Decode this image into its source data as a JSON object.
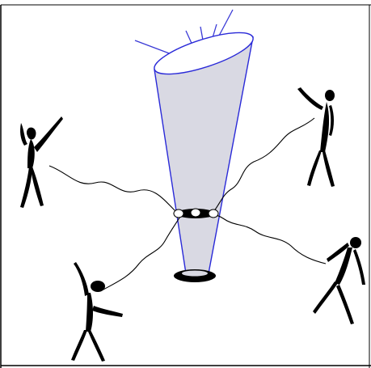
{
  "figure": {
    "description_free": true,
    "colors": {
      "cone_fill": "#d9d9e3",
      "cone_stroke": "#2a2ad8",
      "rays": "#3a3ad6",
      "figures": "#000000",
      "cords": "#000000",
      "ring_beads": "#ffffff",
      "border": "#000000"
    },
    "elements": {
      "cone": "cone-shape",
      "rays": "ray-lines",
      "ring": "bead-ring",
      "base": "black-base",
      "figures": [
        "figure-top-left",
        "figure-top-right",
        "figure-bottom-left",
        "figure-bottom-right"
      ],
      "cords": [
        "cord-top-left",
        "cord-top-right",
        "cord-bottom-left",
        "cord-bottom-right"
      ]
    }
  }
}
